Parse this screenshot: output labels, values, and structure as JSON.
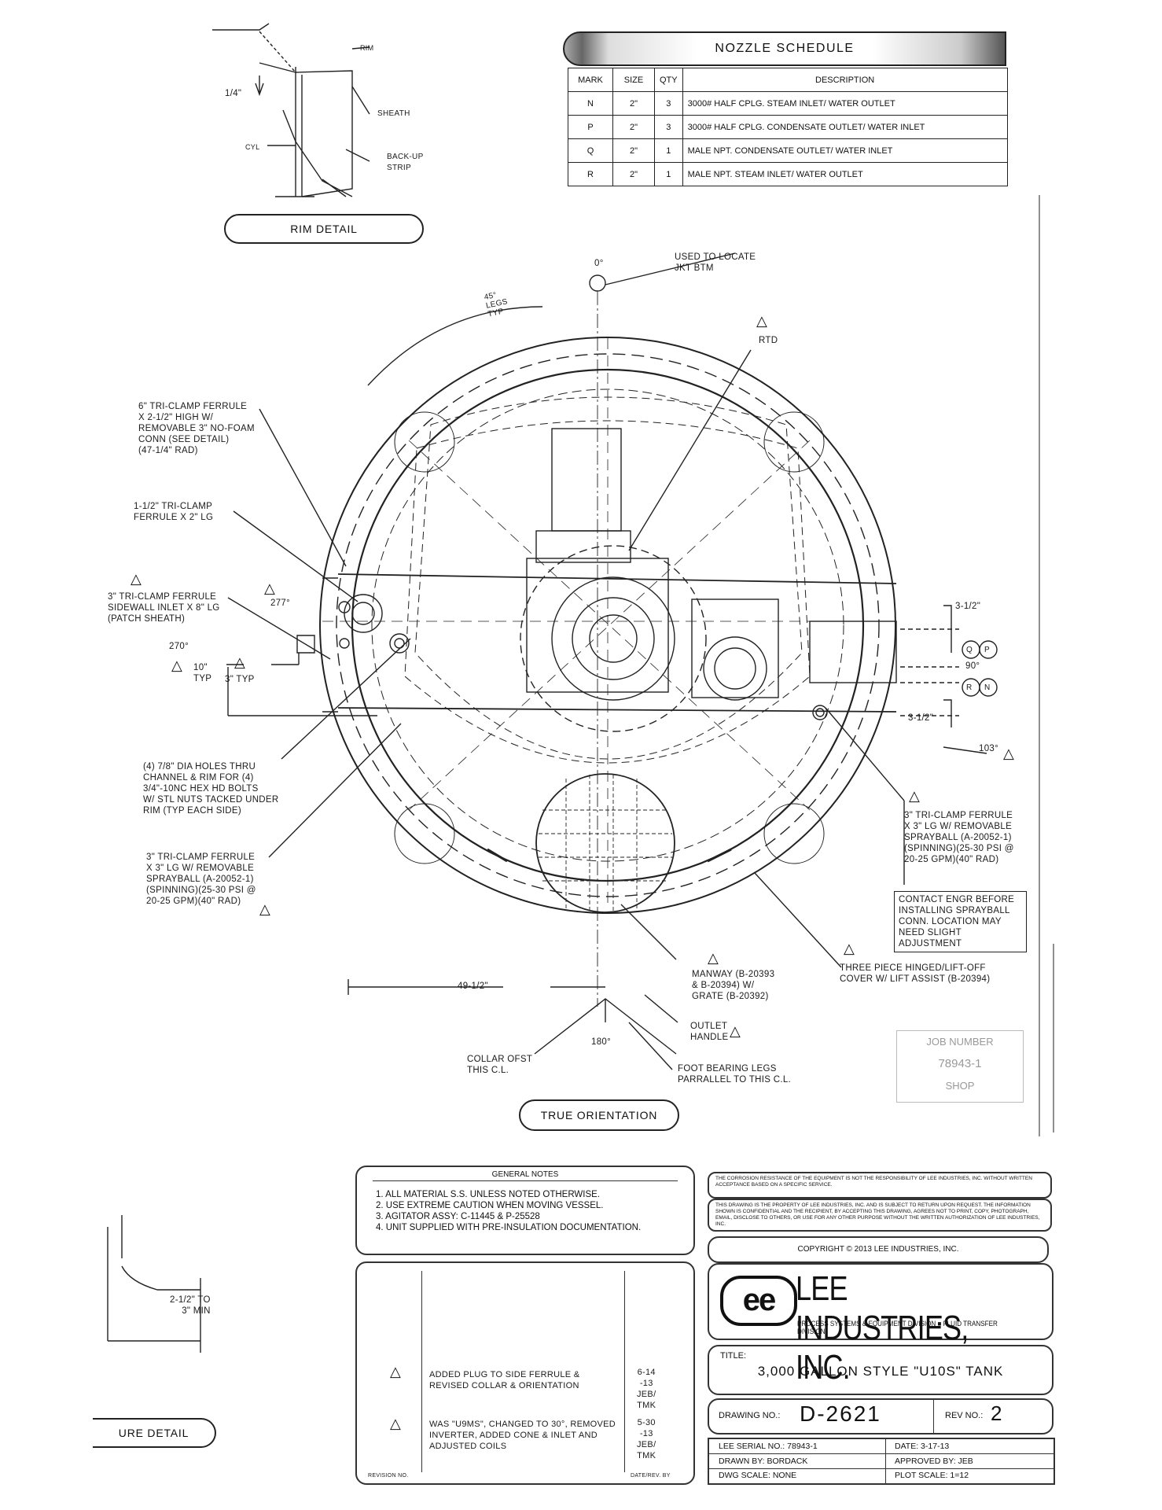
{
  "nozzle_schedule": {
    "title": "NOZZLE SCHEDULE",
    "columns": [
      "MARK",
      "SIZE",
      "QTY",
      "DESCRIPTION"
    ],
    "rows": [
      {
        "mark": "N",
        "size": "2\"",
        "qty": "3",
        "description": "3000# HALF CPLG. STEAM INLET/ WATER OUTLET"
      },
      {
        "mark": "P",
        "size": "2\"",
        "qty": "3",
        "description": "3000# HALF CPLG. CONDENSATE OUTLET/ WATER INLET"
      },
      {
        "mark": "Q",
        "size": "2\"",
        "qty": "1",
        "description": "MALE NPT. CONDENSATE OUTLET/ WATER INLET"
      },
      {
        "mark": "R",
        "size": "2\"",
        "qty": "1",
        "description": "MALE NPT. STEAM INLET/ WATER OUTLET"
      }
    ]
  },
  "rim_detail": {
    "title": "RIM DETAIL",
    "rim": "RIM",
    "quarter": "1/4\"",
    "sheath": "SHEATH",
    "cyl": "CYL",
    "backup": "BACK-UP\nSTRIP"
  },
  "plan": {
    "zero": "0°",
    "used_to_locate": "USED TO LOCATE\nJKT BTM",
    "legs": "45°\nLEGS\nTYP",
    "rtd": "RTD",
    "tri6": "6\" TRI-CLAMP FERRULE\nX 2-1/2\" HIGH W/\nREMOVABLE 3\" NO-FOAM\nCONN (SEE DETAIL)\n(47-1/4\" RAD)",
    "tri112": "1-1/2\" TRI-CLAMP\nFERRULE X 2\" LG",
    "tri3_side": "3\" TRI-CLAMP FERRULE\nSIDEWALL INLET X 8\" LG\n(PATCH SHEATH)",
    "deg277": "277°",
    "deg270": "270°",
    "ten_typ": "10\"\nTYP",
    "three_typ": "3\" TYP",
    "holes": "(4) 7/8\" DIA HOLES THRU\nCHANNEL & RIM FOR (4)\n3/4\"-10NC HEX HD BOLTS\nW/ STL NUTS TACKED UNDER\nRIM (TYP EACH SIDE)",
    "spray_left": "3\" TRI-CLAMP FERRULE\nX 3\" LG W/ REMOVABLE\nSPRAYBALL (A-20052-1)\n(SPINNING)(25-30 PSI @\n20-25 GPM)(40\" RAD)",
    "three_half_top": "3-1/2\"",
    "three_half_bot": "3-1/2\"",
    "ninety": "90°",
    "deg103": "103°",
    "q": "Q",
    "p": "P",
    "r": "R",
    "n": "N",
    "spray_right": "3\" TRI-CLAMP FERRULE\nX 3\" LG W/ REMOVABLE\nSPRAYBALL (A-20052-1)\n(SPINNING)(25-30 PSI @\n20-25 GPM)(40\" RAD)",
    "contact": "CONTACT ENGR BEFORE\nINSTALLING SPRAYBALL\nCONN. LOCATION MAY\nNEED SLIGHT ADJUSTMENT",
    "cover": "THREE PIECE HINGED/LIFT-OFF\nCOVER W/ LIFT ASSIST (B-20394)",
    "manway": "MANWAY (B-20393\n& B-20394) W/\nGRATE (B-20392)",
    "dim49": "49-1/2\"",
    "outlet": "OUTLET\nHANDLE",
    "deg180": "180°",
    "collar": "COLLAR OFST\nTHIS C.L.",
    "foot": "FOOT BEARING LEGS\nPARRALLEL TO THIS C.L.",
    "true_orientation": "TRUE ORIENTATION"
  },
  "job_stamp": {
    "label": "JOB NUMBER",
    "number": "78943-1",
    "shop": "SHOP"
  },
  "detail2": {
    "dim": "2-1/2\" TO\n3\" MIN",
    "title": "URE DETAIL"
  },
  "general_notes": {
    "title": "GENERAL NOTES",
    "items": [
      "1. ALL MATERIAL S.S. UNLESS NOTED OTHERWISE.",
      "2. USE EXTREME CAUTION WHEN MOVING VESSEL.",
      "3. AGITATOR ASSY: C-11445 & P-25528",
      "4. UNIT SUPPLIED WITH PRE-INSULATION DOCUMENTATION."
    ]
  },
  "revisions": {
    "rows": [
      {
        "desc": "ADDED PLUG TO SIDE FERRULE &\nREVISED COLLAR & ORIENTATION",
        "date": "6-14\n-13\nJEB/\nTMK"
      },
      {
        "desc": "WAS \"U9MS\", CHANGED TO 30°, REMOVED\nINVERTER, ADDED CONE & INLET AND\nADJUSTED COILS",
        "date": "5-30\n-13\nJEB/\nTMK"
      }
    ],
    "footer_left": "REVISION NO.",
    "footer_right": "DATE/REV. BY"
  },
  "title_block": {
    "disclaimer1": "THE CORROSION RESISTANCE OF THE EQUIPMENT IS NOT THE RESPONSIBILITY OF LEE INDUSTRIES, INC. WITHOUT WRITTEN ACCEPTANCE BASED ON A SPECIFIC SERVICE.",
    "disclaimer2": "THIS DRAWING IS THE PROPERTY OF LEE INDUSTRIES, INC. AND IS SUBJECT TO RETURN UPON REQUEST. THE INFORMATION SHOWN IS CONFIDENTIAL AND THE RECIPIENT, BY ACCEPTING THIS DRAWING, AGREES NOT TO PRINT, COPY, PHOTOGRAPH, EMAIL, DISCLOSE TO OTHERS, OR USE FOR ANY OTHER PURPOSE WITHOUT THE WRITTEN AUTHORIZATION OF LEE INDUSTRIES, INC.",
    "copyright": "COPYRIGHT © 2013 LEE INDUSTRIES, INC.",
    "logo": "ee",
    "company": "LEE INDUSTRIES, INC.",
    "division": "PROCESS SYSTEMS & EQUIPMENT DIVISION ■ FLUID TRANSFER DIVISION",
    "title_label": "TITLE:",
    "title": "3,000 GALLON STYLE \"U10S\" TANK",
    "drawing_label": "DRAWING NO.:",
    "drawing_no": "D-2621",
    "rev_label": "REV NO.:",
    "rev_no": "2",
    "serial": "LEE SERIAL NO.: 78943-1",
    "date": "DATE: 3-17-13",
    "drawn": "DRAWN BY: BORDACK",
    "approved": "APPROVED BY: JEB",
    "dwg_scale": "DWG SCALE: NONE",
    "plot_scale": "PLOT SCALE: 1=12"
  }
}
